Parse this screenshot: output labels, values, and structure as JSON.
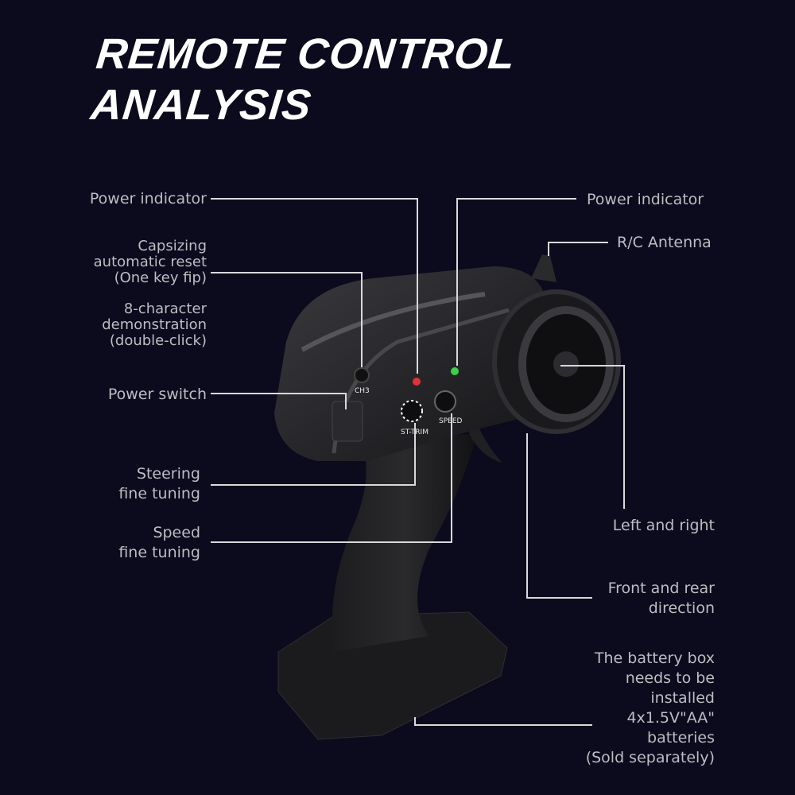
{
  "title": {
    "line1": "REMOTE CONTROL",
    "line2": "ANALYSIS"
  },
  "labels": {
    "power_indicator_left": "Power indicator",
    "capsizing_reset": "Capsizing\nautomatic reset\n(One key fip)",
    "demo": "8-character\ndemonstration\n(double-click)",
    "power_switch": "Power switch",
    "steering_tuning": "Steering\nfine tuning",
    "speed_tuning": "Speed\nfine tuning",
    "power_indicator_right": "Power indicator",
    "antenna": "R/C Antenna",
    "left_right": "Left and right",
    "front_rear": "Front and rear\ndirection",
    "battery": "The battery box\nneeds to be\ninstalled\n4x1.5V\"AA\"\nbatteries\n(Sold separately)"
  },
  "device_text": {
    "ch3": "CH3",
    "st_trim": "ST-TRIM",
    "speed": "SPEED"
  },
  "colors": {
    "background": "#0c0a1d",
    "led_red": "#e0323a",
    "led_green": "#3fcf4a"
  }
}
